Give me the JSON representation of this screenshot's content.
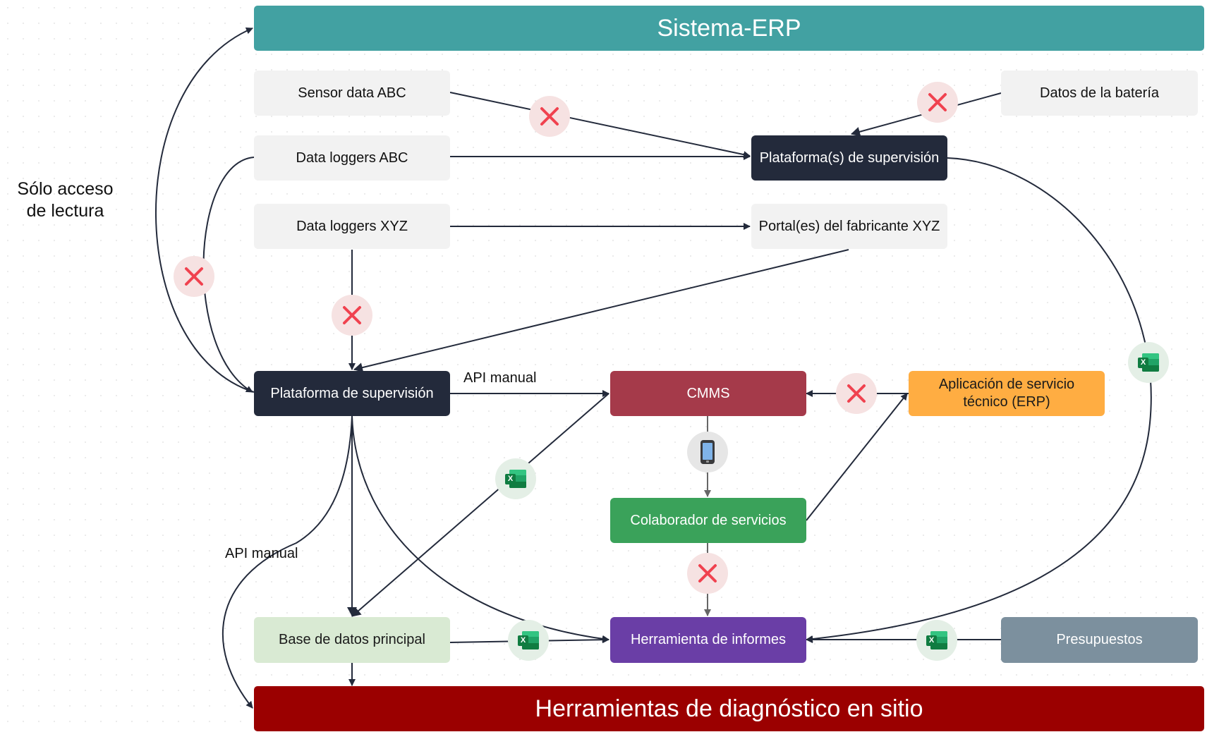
{
  "side_label": "Sólo acceso\nde lectura",
  "nodes": {
    "erp_banner": "Sistema-ERP",
    "sensor_abc": "Sensor data ABC",
    "loggers_abc": "Data loggers ABC",
    "loggers_xyz": "Data loggers XYZ",
    "battery": "Datos de la batería",
    "supervision_platforms": "Plataforma(s) de supervisión",
    "manufacturer_portal": "Portal(es) del fabricante XYZ",
    "supervision_platform": "Plataforma de supervisión",
    "cmms": "CMMS",
    "service_app": "Aplicación de servicio técnico (ERP)",
    "service_partner": "Colaborador de servicios",
    "main_db": "Base de datos principal",
    "reporting_tool": "Herramienta de informes",
    "budgets": "Presupuestos",
    "diagnostic_banner": "Herramientas de diagnóstico en sitio"
  },
  "edge_labels": {
    "api_top": "API manual",
    "api_left": "API manual"
  },
  "icons": {
    "blocked": "close-icon",
    "excel": "excel-icon",
    "phone": "mobile-phone-icon",
    "excel_letter": "X"
  },
  "colors": {
    "erp_banner": "#42a1a2",
    "dark_node": "#232a3b",
    "light_node": "#f2f2f2",
    "cmms": "#a53a4a",
    "service_app": "#ffad42",
    "service_partner": "#3aa25a",
    "main_db": "#d9ead3",
    "reporting_tool": "#6a3ea6",
    "budgets": "#7c909e",
    "diagnostic_banner": "#9b0000",
    "blocked_x": "#f0424f",
    "edge": "#232a3b",
    "edge_gray": "#666666"
  }
}
